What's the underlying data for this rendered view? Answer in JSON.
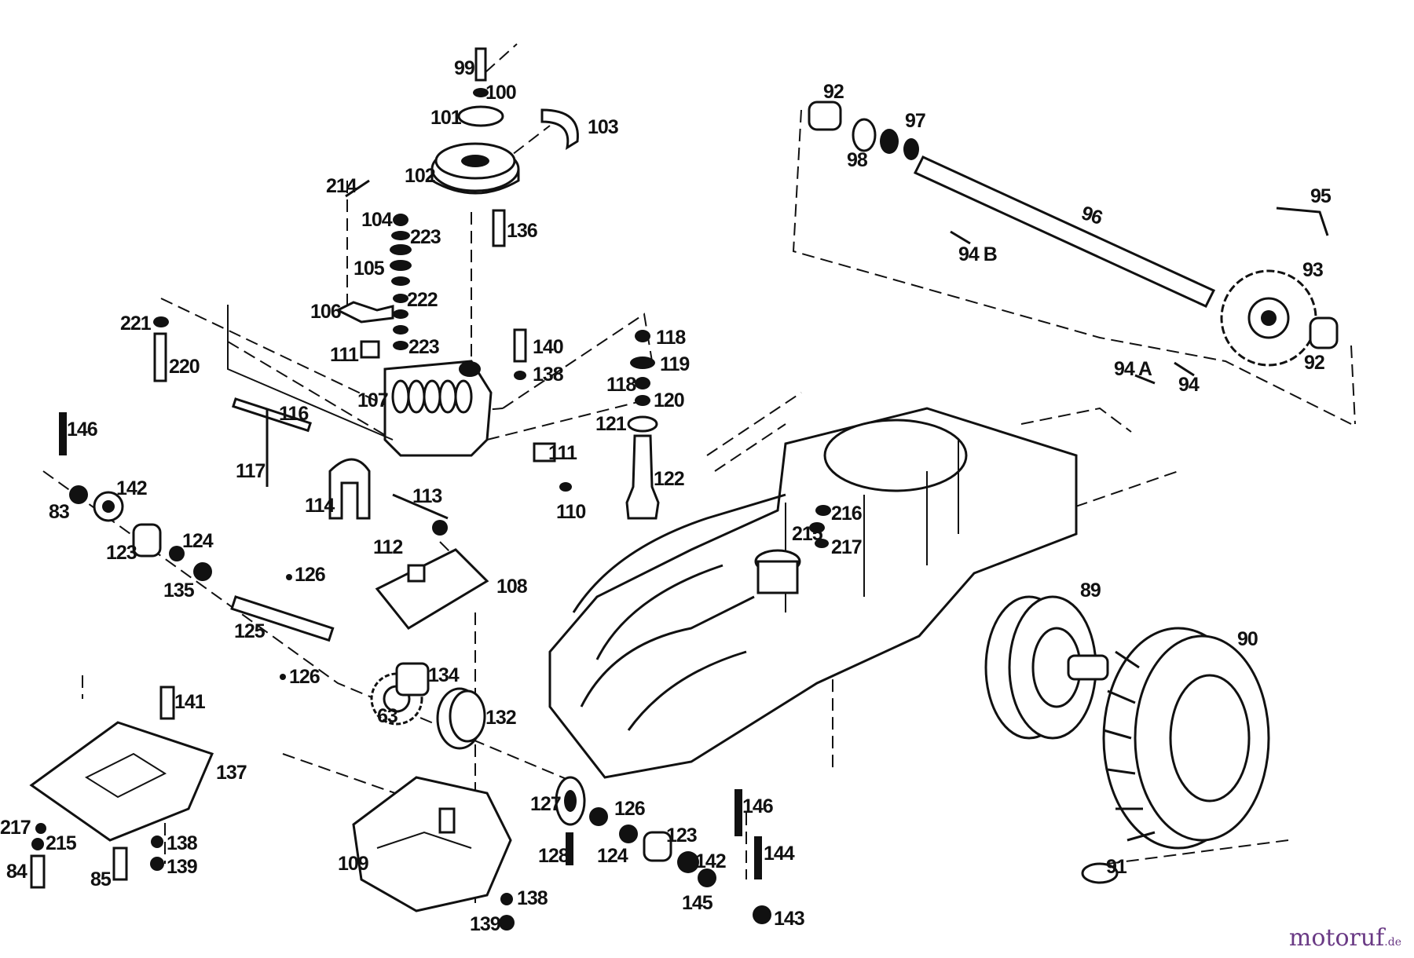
{
  "diagram": {
    "part_labels": [
      {
        "id": "p99",
        "text": "99"
      },
      {
        "id": "p100",
        "text": "100"
      },
      {
        "id": "p101",
        "text": "101"
      },
      {
        "id": "p103",
        "text": "103"
      },
      {
        "id": "p102",
        "text": "102"
      },
      {
        "id": "p214",
        "text": "214"
      },
      {
        "id": "p136",
        "text": "136"
      },
      {
        "id": "p104",
        "text": "104"
      },
      {
        "id": "p223a",
        "text": "223"
      },
      {
        "id": "p105",
        "text": "105"
      },
      {
        "id": "p222",
        "text": "222"
      },
      {
        "id": "p106",
        "text": "106"
      },
      {
        "id": "p221",
        "text": "221"
      },
      {
        "id": "p220",
        "text": "220"
      },
      {
        "id": "p111a",
        "text": "111"
      },
      {
        "id": "p223b",
        "text": "223"
      },
      {
        "id": "p140",
        "text": "140"
      },
      {
        "id": "p138a",
        "text": "138"
      },
      {
        "id": "p107",
        "text": "107"
      },
      {
        "id": "p118a",
        "text": "118"
      },
      {
        "id": "p119",
        "text": "119"
      },
      {
        "id": "p118b",
        "text": "118"
      },
      {
        "id": "p120",
        "text": "120"
      },
      {
        "id": "p121",
        "text": "121"
      },
      {
        "id": "p116",
        "text": "116"
      },
      {
        "id": "p117",
        "text": "117"
      },
      {
        "id": "p146a",
        "text": "146"
      },
      {
        "id": "p111b",
        "text": "111"
      },
      {
        "id": "p110",
        "text": "110"
      },
      {
        "id": "p122",
        "text": "122"
      },
      {
        "id": "p142a",
        "text": "142"
      },
      {
        "id": "p83",
        "text": "83"
      },
      {
        "id": "p114",
        "text": "114"
      },
      {
        "id": "p113",
        "text": "113"
      },
      {
        "id": "p112",
        "text": "112"
      },
      {
        "id": "p123a",
        "text": "123"
      },
      {
        "id": "p124a",
        "text": "124"
      },
      {
        "id": "p135",
        "text": "135"
      },
      {
        "id": "p126a",
        "text": "126"
      },
      {
        "id": "p108",
        "text": "108"
      },
      {
        "id": "p125",
        "text": "125"
      },
      {
        "id": "p126b",
        "text": "126"
      },
      {
        "id": "p134",
        "text": "134"
      },
      {
        "id": "p141",
        "text": "141"
      },
      {
        "id": "p132",
        "text": "132"
      },
      {
        "id": "p137",
        "text": "137"
      },
      {
        "id": "p127",
        "text": "127"
      },
      {
        "id": "p126c",
        "text": "126"
      },
      {
        "id": "p146b",
        "text": "146"
      },
      {
        "id": "p217a",
        "text": "217"
      },
      {
        "id": "p215a",
        "text": "215"
      },
      {
        "id": "p138b",
        "text": "138"
      },
      {
        "id": "p139a",
        "text": "139"
      },
      {
        "id": "p84",
        "text": "84"
      },
      {
        "id": "p85",
        "text": "85"
      },
      {
        "id": "p109",
        "text": "109"
      },
      {
        "id": "p128",
        "text": "128"
      },
      {
        "id": "p124b",
        "text": "124"
      },
      {
        "id": "p123b",
        "text": "123"
      },
      {
        "id": "p142b",
        "text": "142"
      },
      {
        "id": "p144",
        "text": "144"
      },
      {
        "id": "p138c",
        "text": "138"
      },
      {
        "id": "p145",
        "text": "145"
      },
      {
        "id": "p139b",
        "text": "139"
      },
      {
        "id": "p143",
        "text": "143"
      },
      {
        "id": "p92a",
        "text": "92"
      },
      {
        "id": "p97",
        "text": "97"
      },
      {
        "id": "p98",
        "text": "98"
      },
      {
        "id": "p96",
        "text": "96"
      },
      {
        "id": "p95",
        "text": "95"
      },
      {
        "id": "p94b",
        "text": "94 B"
      },
      {
        "id": "p93",
        "text": "93"
      },
      {
        "id": "p94a",
        "text": "94 A"
      },
      {
        "id": "p94",
        "text": "94"
      },
      {
        "id": "p92b",
        "text": "92"
      },
      {
        "id": "p216",
        "text": "216"
      },
      {
        "id": "p215b",
        "text": "215"
      },
      {
        "id": "p217b",
        "text": "217"
      },
      {
        "id": "p89",
        "text": "89"
      },
      {
        "id": "p90",
        "text": "90"
      },
      {
        "id": "p91",
        "text": "91"
      },
      {
        "id": "p63",
        "text": "63"
      }
    ]
  },
  "watermark": {
    "brand": "motoruf",
    "tld": ".de",
    "color": "#6a3a85"
  }
}
